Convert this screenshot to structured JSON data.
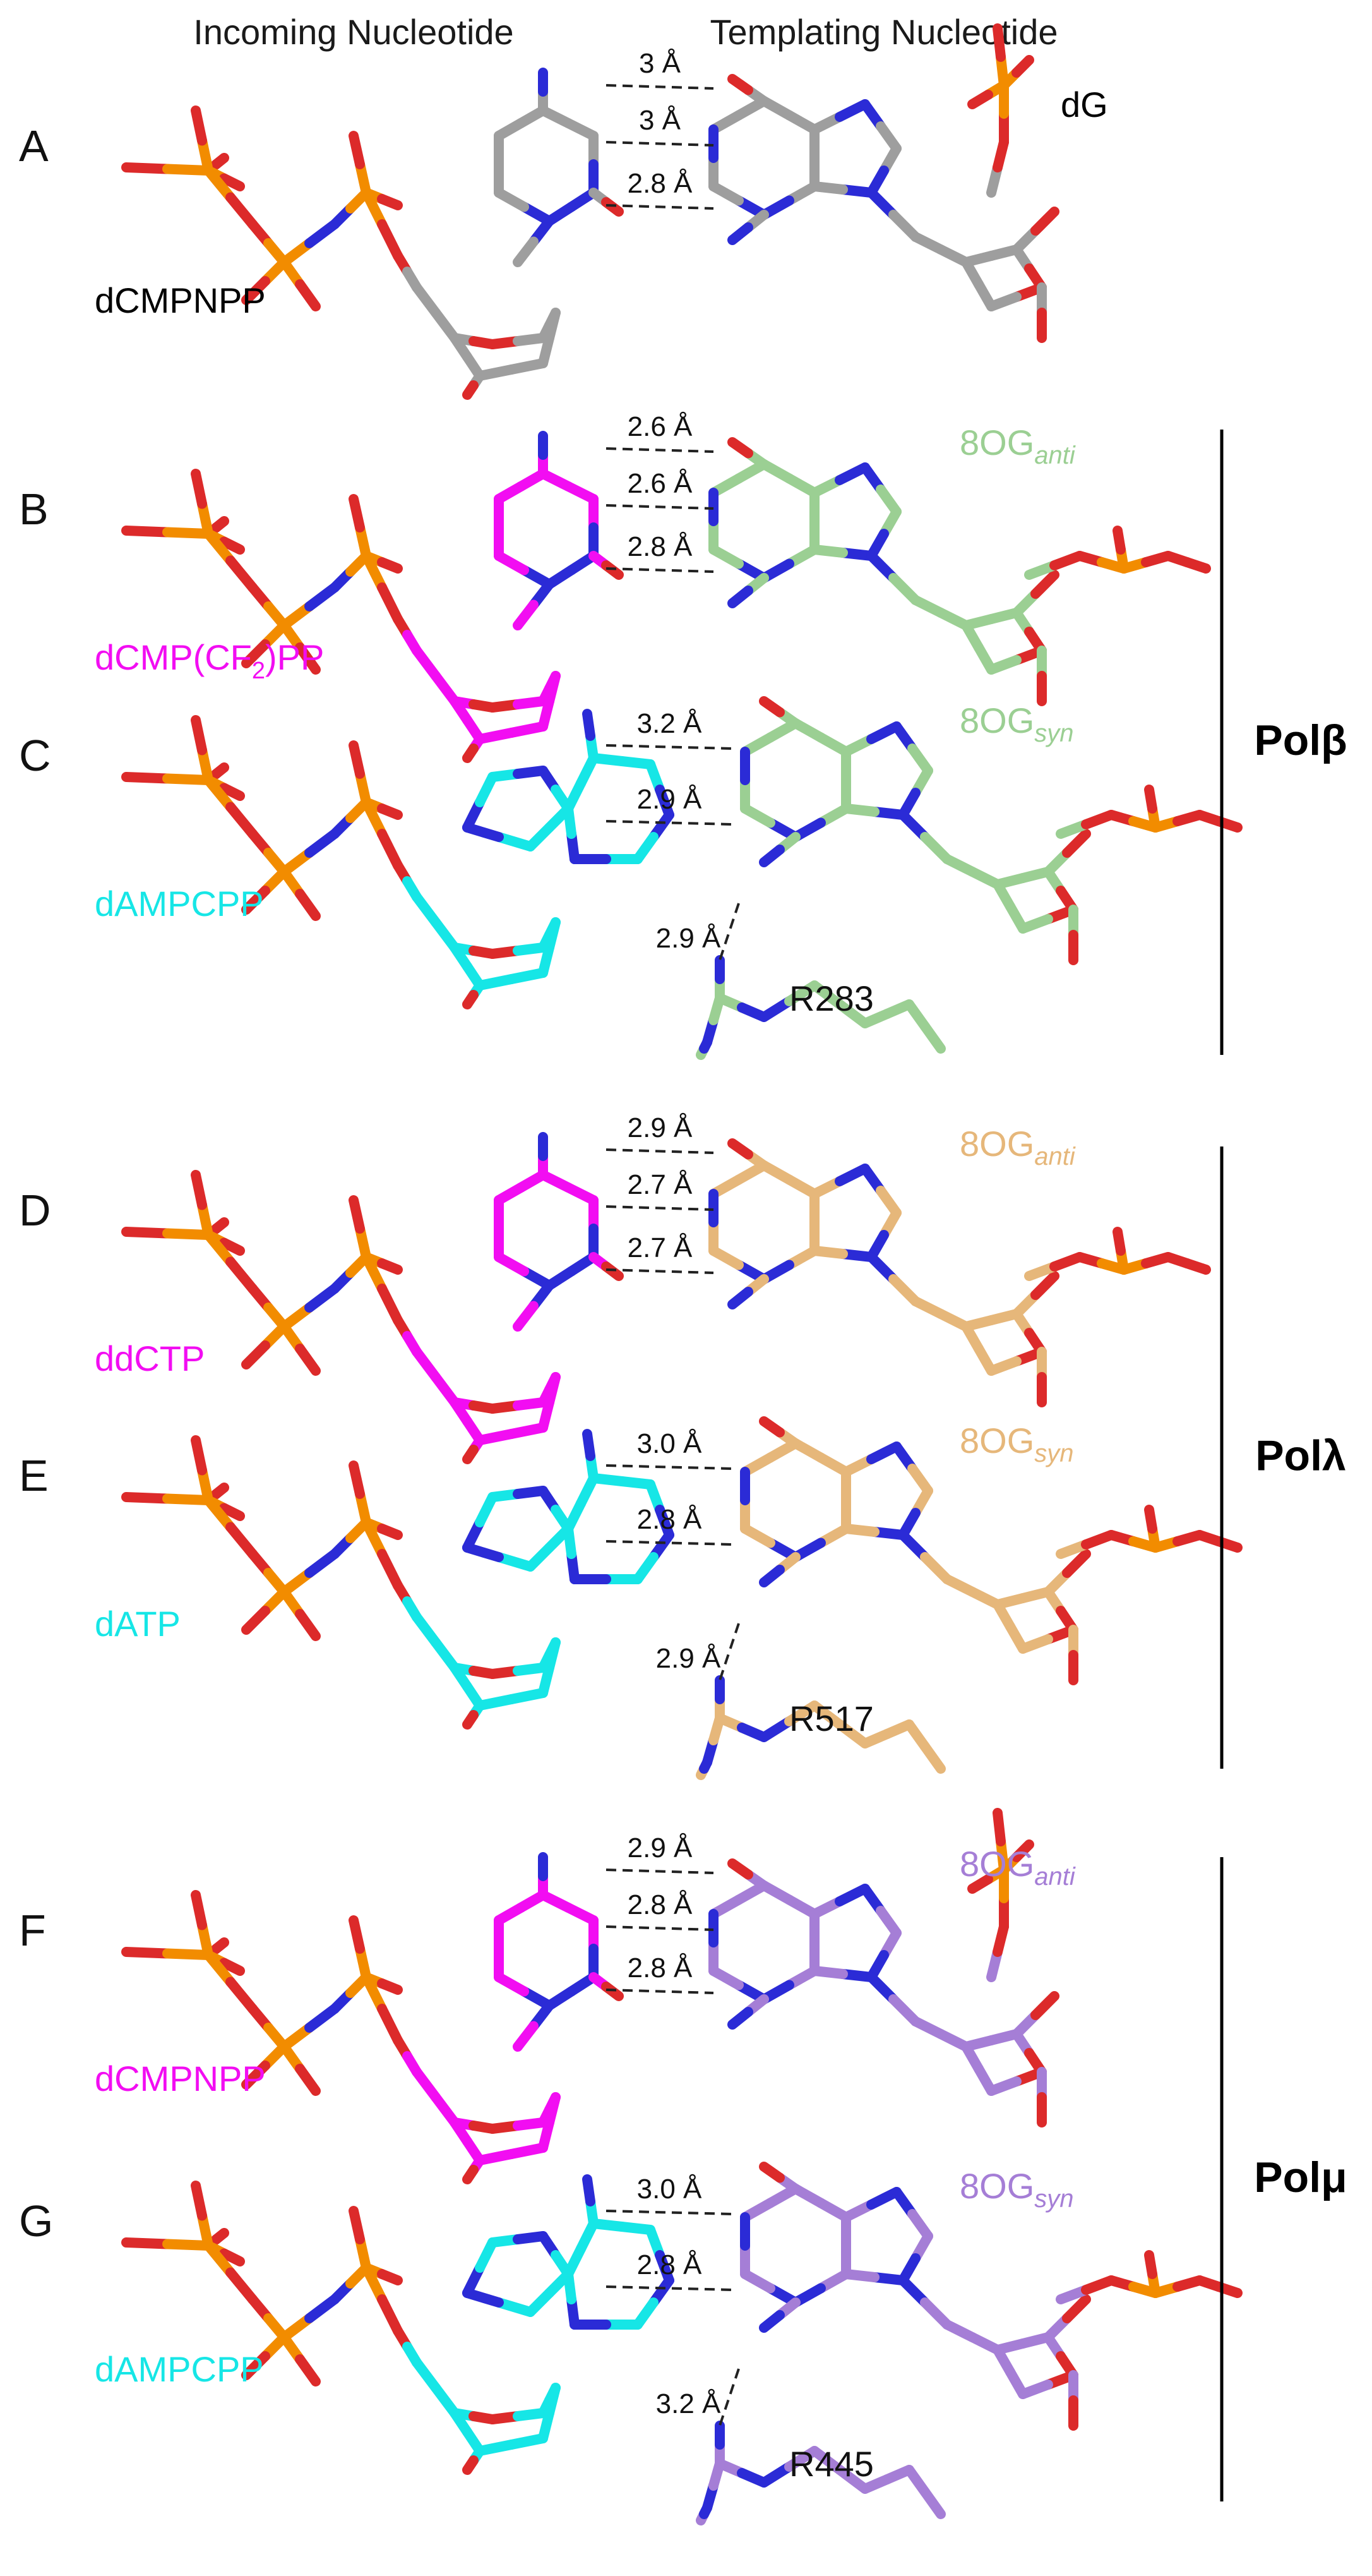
{
  "headers": {
    "incoming": "Incoming Nucleotide",
    "templating": "Templating Nucleotide"
  },
  "colors": {
    "phosphate_orange": "#f28c00",
    "oxygen_red": "#dc2a2a",
    "nitrogen_blue": "#2b2bd6",
    "gray_carbon": "#9e9e9e",
    "magenta_carbon": "#f20df2",
    "cyan_carbon": "#16e6e6",
    "green_carbon": "#9bcf93",
    "tan_carbon": "#e6b77a",
    "purple_carbon": "#a57ed6",
    "black": "#000000"
  },
  "panels": [
    {
      "letter": "A",
      "incoming": {
        "name": "dCMPNPP",
        "sub": "",
        "color_key": "black"
      },
      "template": {
        "name": "dG",
        "sub": "",
        "color_key": "black"
      },
      "distances": [
        "3 Å",
        "3 Å",
        "2.8 Å"
      ],
      "arg": null
    },
    {
      "letter": "B",
      "incoming": {
        "name": "dCMP(CF",
        "subn": "2",
        "tail": ")PP",
        "color_key": "magenta_carbon"
      },
      "template": {
        "name": "8OG",
        "sub": "anti",
        "color_key": "green_carbon"
      },
      "distances": [
        "2.6 Å",
        "2.6 Å",
        "2.8 Å"
      ],
      "arg": null
    },
    {
      "letter": "C",
      "incoming": {
        "name": "dAMPCPP",
        "sub": "",
        "color_key": "cyan_carbon"
      },
      "template": {
        "name": "8OG",
        "sub": "syn",
        "color_key": "green_carbon"
      },
      "distances": [
        "3.2 Å",
        "2.9 Å"
      ],
      "arg": {
        "name": "R283",
        "distance": "2.9 Å"
      }
    },
    {
      "letter": "D",
      "incoming": {
        "name": "ddCTP",
        "sub": "",
        "color_key": "magenta_carbon"
      },
      "template": {
        "name": "8OG",
        "sub": "anti",
        "color_key": "tan_carbon"
      },
      "distances": [
        "2.9 Å",
        "2.7 Å",
        "2.7 Å"
      ],
      "arg": null
    },
    {
      "letter": "E",
      "incoming": {
        "name": "dATP",
        "sub": "",
        "color_key": "cyan_carbon"
      },
      "template": {
        "name": "8OG",
        "sub": "syn",
        "color_key": "tan_carbon"
      },
      "distances": [
        "3.0 Å",
        "2.8 Å"
      ],
      "arg": {
        "name": "R517",
        "distance": "2.9 Å"
      }
    },
    {
      "letter": "F",
      "incoming": {
        "name": "dCMPNPP",
        "sub": "",
        "color_key": "magenta_carbon"
      },
      "template": {
        "name": "8OG",
        "sub": "anti",
        "color_key": "purple_carbon"
      },
      "distances": [
        "2.9 Å",
        "2.8 Å",
        "2.8 Å"
      ],
      "arg": null
    },
    {
      "letter": "G",
      "incoming": {
        "name": "dAMPCPP",
        "sub": "",
        "color_key": "cyan_carbon"
      },
      "template": {
        "name": "8OG",
        "sub": "syn",
        "color_key": "purple_carbon"
      },
      "distances": [
        "3.0 Å",
        "2.8 Å"
      ],
      "arg": {
        "name": "R445",
        "distance": "3.2 Å"
      }
    }
  ],
  "groups": [
    "Polβ",
    "Polλ",
    "Polμ"
  ]
}
